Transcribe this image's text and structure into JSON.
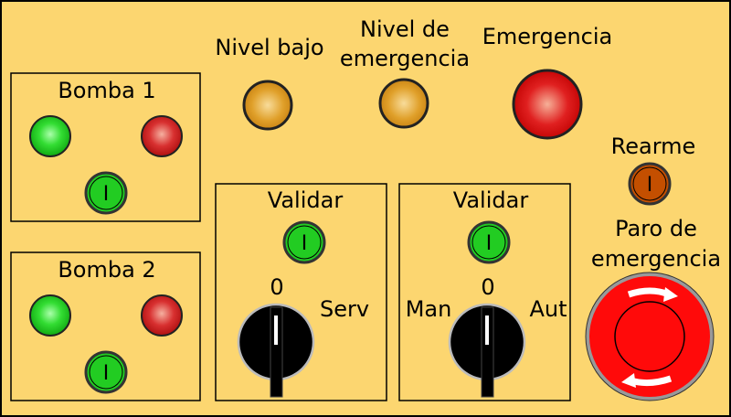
{
  "pump1": {
    "title": "Bomba 1",
    "button_label": "I"
  },
  "pump2": {
    "title": "Bomba 2",
    "button_label": "I"
  },
  "indicators": {
    "low_level": "Nivel bajo",
    "emergency_level_line1": "Nivel de",
    "emergency_level_line2": "emergencia",
    "emergency": "Emergencia"
  },
  "reset": {
    "label": "Rearme",
    "button_label": "I"
  },
  "estop": {
    "label_line1": "Paro de",
    "label_line2": "emergencia"
  },
  "validate1": {
    "title": "Validar",
    "button_label": "I",
    "pos_zero": "0",
    "pos_right": "Serv"
  },
  "validate2": {
    "title": "Validar",
    "button_label": "I",
    "pos_left": "Man",
    "pos_zero": "0",
    "pos_right": "Aut"
  },
  "colors": {
    "panel": "#fcd670",
    "green": "#22cc22",
    "red": "#cc2020",
    "amber": "#d89a20",
    "orange": "#c44f00",
    "estop": "#ff0a0a"
  }
}
